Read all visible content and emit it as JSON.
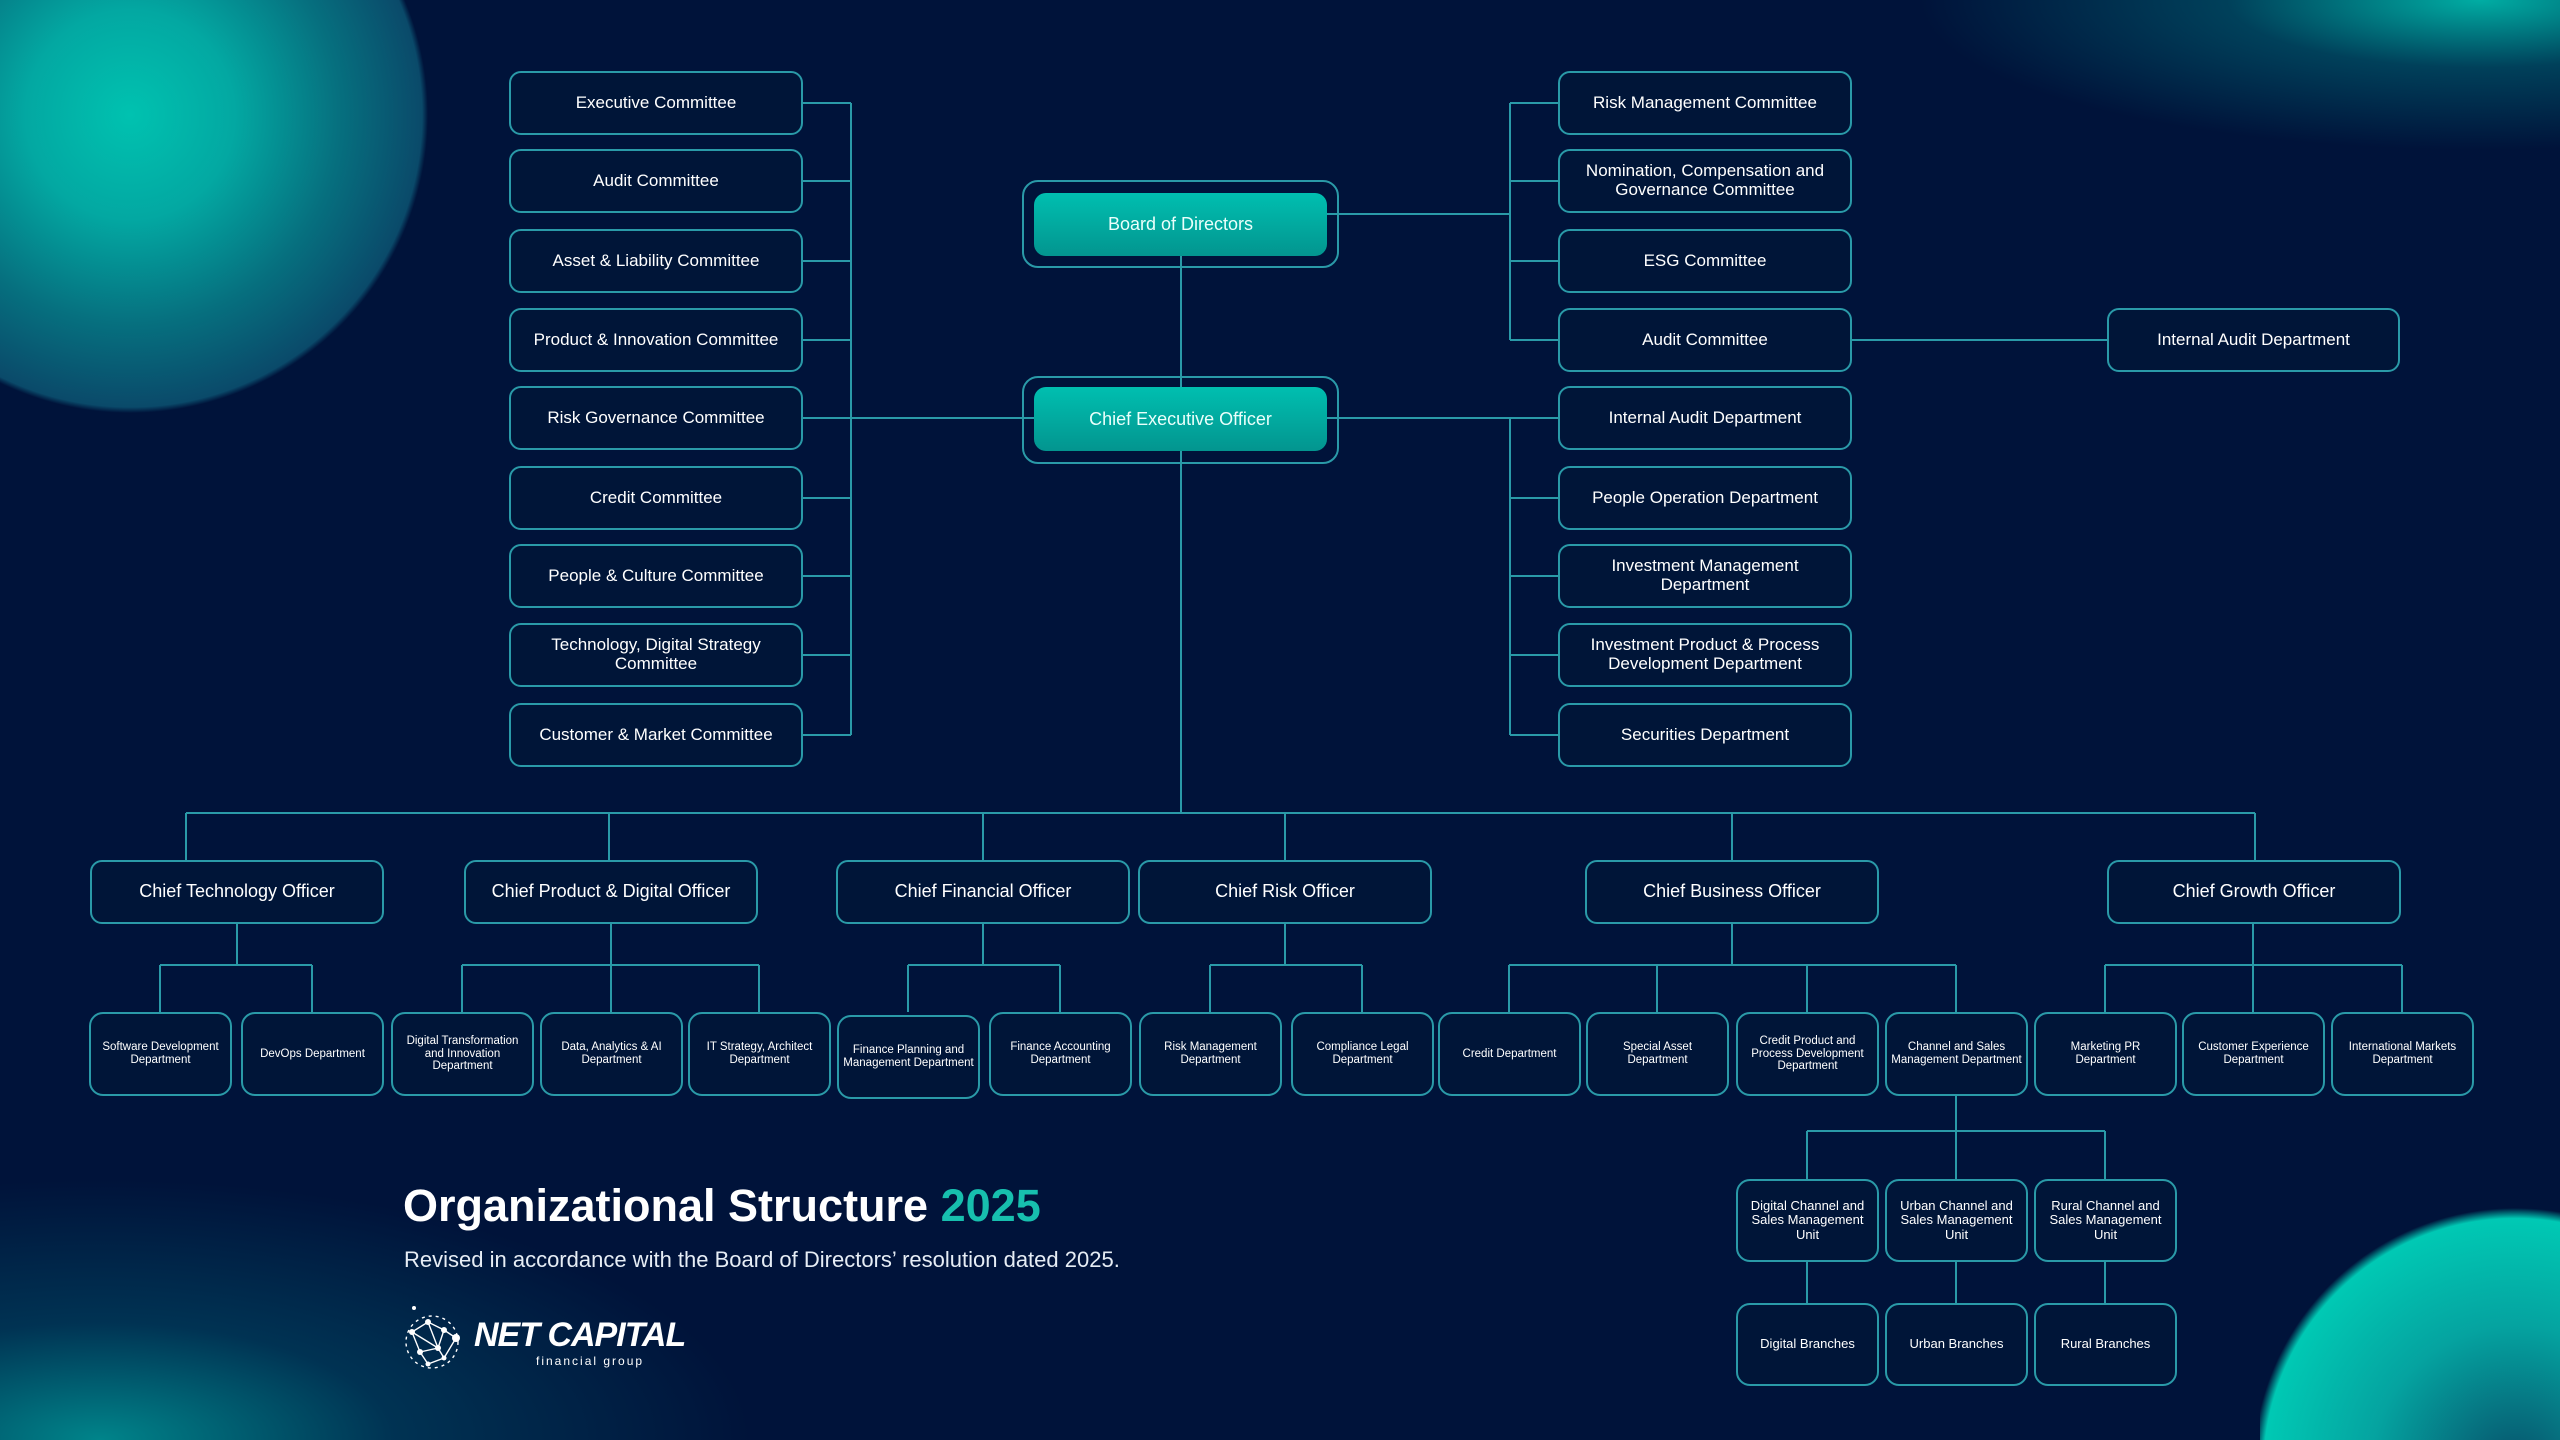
{
  "board": "Board of Directors",
  "ceo": "Chief Executive Officer",
  "ceo_committees": [
    "Executive Committee",
    "Audit Committee",
    "Asset & Liability Committee",
    "Product & Innovation Committee",
    "Risk Governance Committee",
    "Credit Committee",
    "People & Culture Committee",
    "Technology, Digital Strategy Committee",
    "Customer & Market Committee"
  ],
  "board_committees": [
    "Risk Management Committee",
    "Nomination, Compensation and Governance Committee",
    "ESG Committee",
    "Audit Committee"
  ],
  "board_audit_child": "Internal Audit Department",
  "ceo_departments": [
    "Internal Audit Department",
    "People Operation Department",
    "Investment Management Department",
    "Investment Product & Process Development Department",
    "Securities Department"
  ],
  "officers": [
    {
      "title": "Chief Technology Officer",
      "departments": [
        "Software Development Department",
        "DevOps Department"
      ]
    },
    {
      "title": "Chief Product & Digital Officer",
      "departments": [
        "Digital Transformation and Innovation Department",
        "Data, Analytics & AI Department",
        "IT Strategy, Architect Department"
      ]
    },
    {
      "title": "Chief Financial Officer",
      "departments": [
        "Finance Planning and Management Department",
        "Finance Accounting Department"
      ]
    },
    {
      "title": "Chief Risk Officer",
      "departments": [
        "Risk Management Department",
        "Compliance Legal Department"
      ]
    },
    {
      "title": "Chief Business Officer",
      "departments": [
        "Credit Department",
        "Special Asset Department",
        "Credit Product and Process Development Department",
        "Channel and Sales Management Department"
      ]
    },
    {
      "title": "Chief Growth Officer",
      "departments": [
        "Marketing PR Department",
        "Customer Experience Department",
        "International Markets Department"
      ]
    }
  ],
  "channel_units": [
    {
      "unit": "Digital Channel and Sales Management Unit",
      "branch": "Digital Branches"
    },
    {
      "unit": "Urban Channel and Sales Management Unit",
      "branch": "Urban Branches"
    },
    {
      "unit": "Rural Channel and Sales Management Unit",
      "branch": "Rural Branches"
    }
  ],
  "footer": {
    "title": "Organizational Structure",
    "year": "2025",
    "subtitle": "Revised in accordance with the Board of Directors’ resolution dated 2025.",
    "logo_name": "NET CAPITAL",
    "logo_tag": "financial group"
  },
  "colors": {
    "background": "#00133a",
    "accent": "#00bfb0",
    "line": "#2a9aa8"
  }
}
